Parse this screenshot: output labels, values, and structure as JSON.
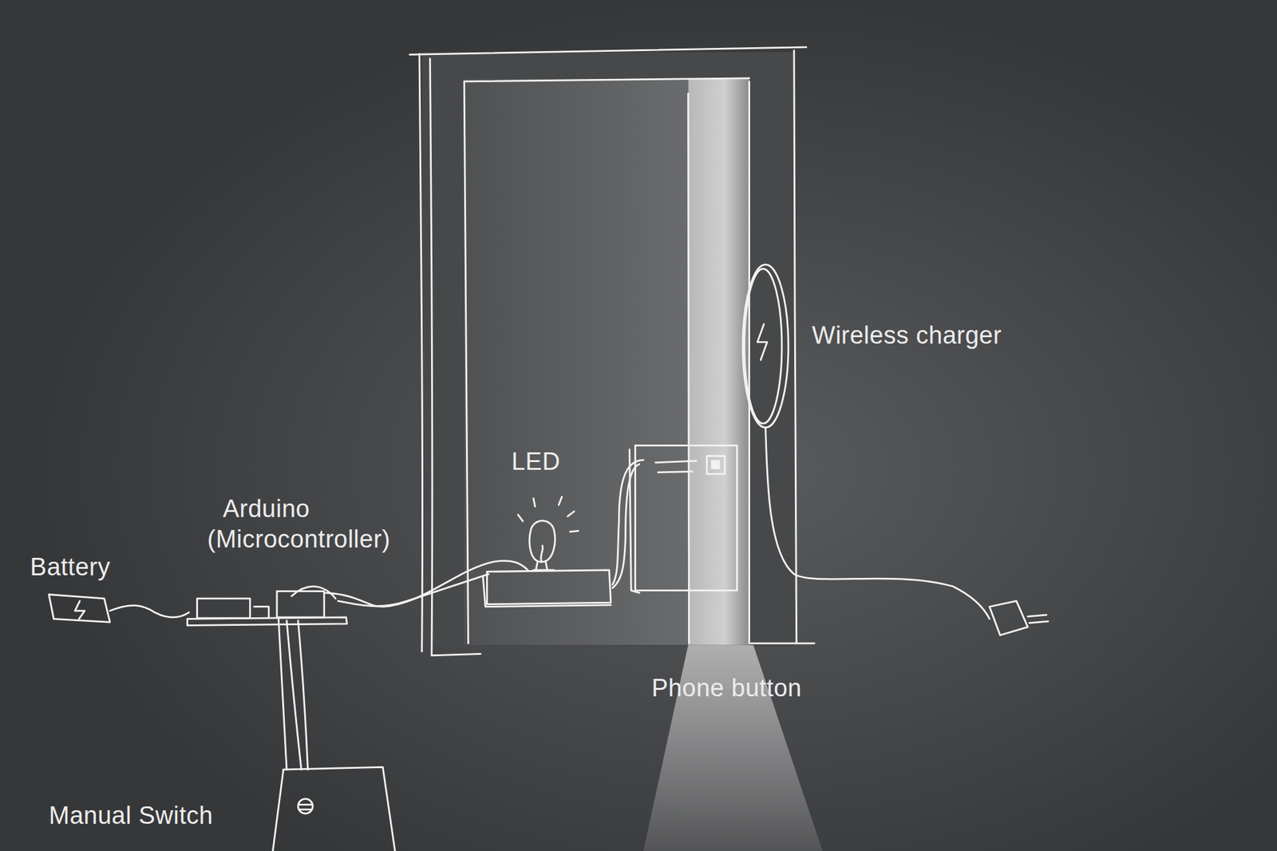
{
  "diagram": {
    "labels": [
      "Wireless charger",
      "LED",
      "Arduino (Microcontroller)",
      "Battery",
      "Phone button",
      "Manual Switch"
    ]
  }
}
